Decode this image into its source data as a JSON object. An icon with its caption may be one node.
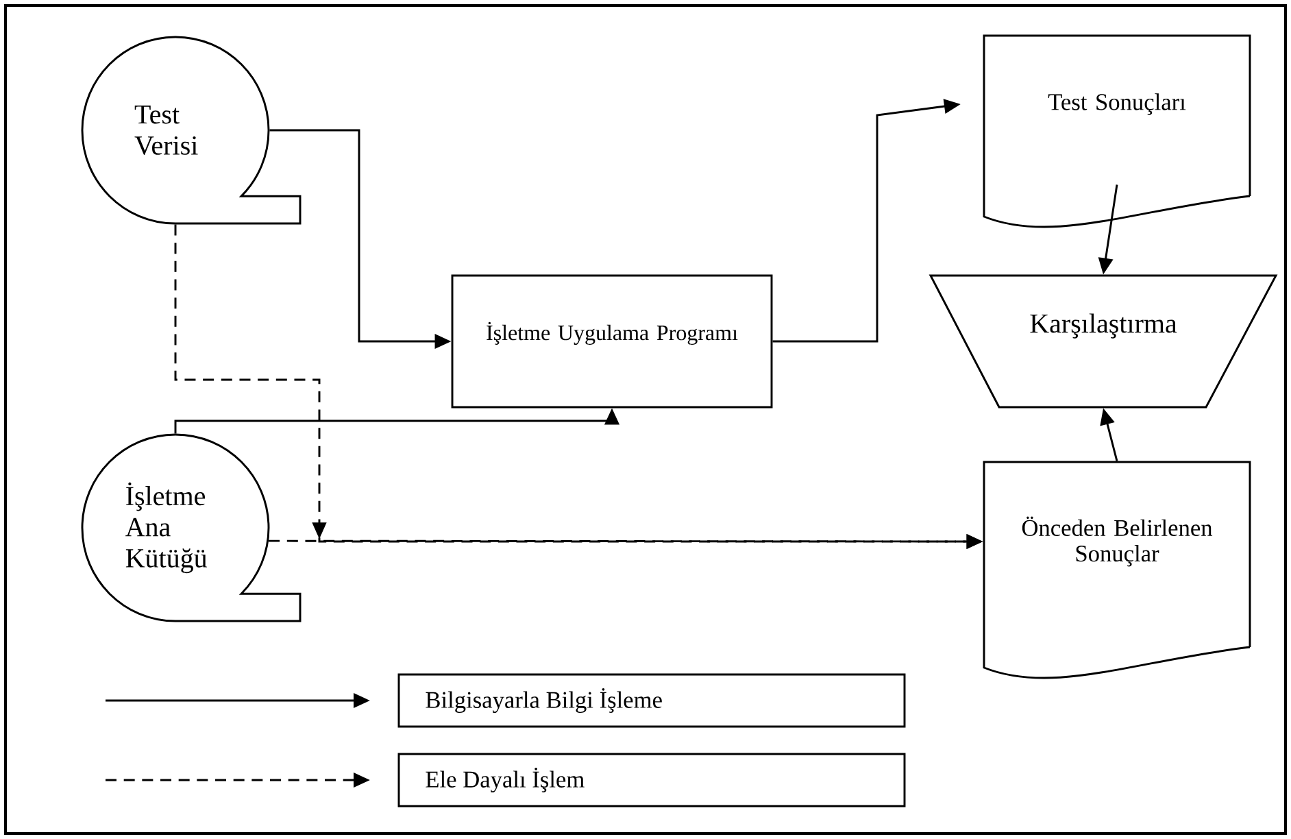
{
  "diagram": {
    "nodes": [
      {
        "text": [
          "Test Verisi"
        ]
      },
      {
        "text": [
          "İşletme Ana Kütüğü"
        ]
      },
      {
        "text": [
          "İşletme Uygulama Programı"
        ]
      },
      {
        "text": [
          "Test Sonuçları"
        ]
      },
      {
        "text": [
          "Karşılaştırma"
        ]
      },
      {
        "text": [
          "Önceden Belirlenen Sonuçlar"
        ]
      }
    ],
    "edges": [
      {
        "from": 0,
        "to": 2,
        "arrow": "to"
      },
      {
        "from": 1,
        "to": 2,
        "arrow": "to"
      },
      {
        "from": 2,
        "to": 3,
        "arrow": "to"
      },
      {
        "from": 3,
        "to": 4,
        "arrow": "to"
      },
      {
        "from": 5,
        "to": 4,
        "arrow": "to"
      },
      {
        "from": 0,
        "to": 5,
        "arrow": "to",
        "style": "dashed"
      },
      {
        "from": 1,
        "to": 5,
        "arrow": "to",
        "style": "dashed"
      }
    ],
    "legend": [
      {
        "text": "Bilgisayarla Bilgi İşleme"
      },
      {
        "text": "Ele Dayalı İşlem"
      }
    ]
  }
}
